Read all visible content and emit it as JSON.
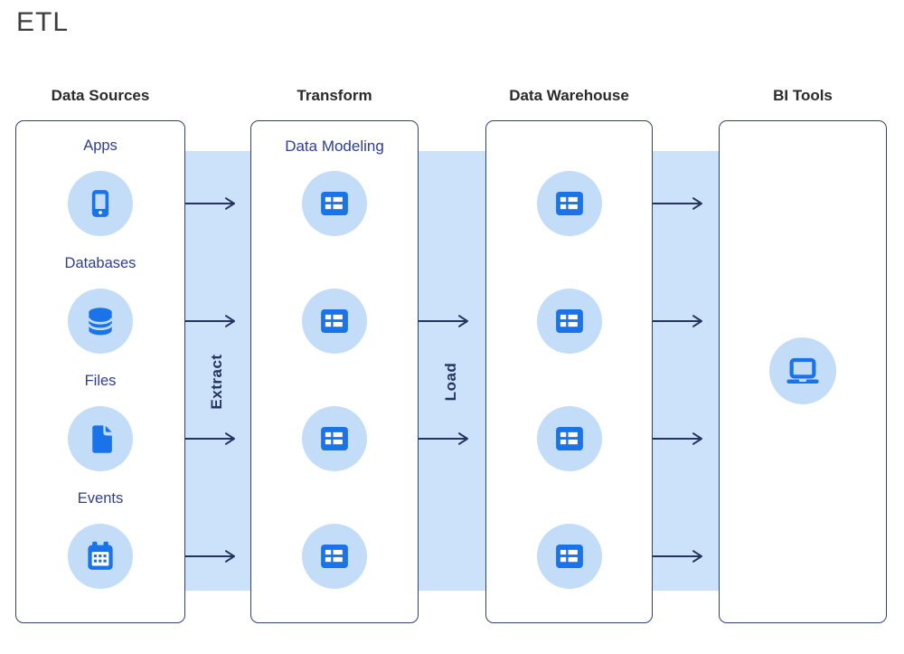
{
  "title": "ETL",
  "colors": {
    "band": "#cce1fa",
    "circle_bg": "#c3dcf8",
    "icon_blue": "#1a73e8",
    "line_navy": "#24335f",
    "border_navy": "#33406e",
    "label_indigo": "#303e8c",
    "header_dark": "#2b2b2b"
  },
  "columns": [
    {
      "id": "data-sources",
      "header": "Data Sources",
      "items": [
        {
          "label": "Apps",
          "icon": "smartphone-icon"
        },
        {
          "label": "Databases",
          "icon": "database-icon"
        },
        {
          "label": "Files",
          "icon": "file-icon"
        },
        {
          "label": "Events",
          "icon": "calendar-icon"
        }
      ]
    },
    {
      "id": "transform",
      "header": "Transform",
      "subtitle": "Data Modeling",
      "items": [
        {
          "icon": "table-icon"
        },
        {
          "icon": "table-icon"
        },
        {
          "icon": "table-icon"
        },
        {
          "icon": "table-icon"
        }
      ]
    },
    {
      "id": "data-warehouse",
      "header": "Data Warehouse",
      "items": [
        {
          "icon": "table-icon"
        },
        {
          "icon": "table-icon"
        },
        {
          "icon": "table-icon"
        },
        {
          "icon": "table-icon"
        }
      ]
    },
    {
      "id": "bi-tools",
      "header": "BI Tools",
      "items": [
        {
          "icon": "laptop-icon"
        }
      ]
    }
  ],
  "flows": [
    {
      "id": "extract",
      "label": "Extract",
      "arrow_rows": [
        0,
        1,
        2,
        3
      ]
    },
    {
      "id": "load",
      "label": "Load",
      "arrow_rows": [
        1,
        2
      ]
    },
    {
      "id": "warehouse-to-bi",
      "label": "",
      "arrow_rows": [
        0,
        1,
        2,
        3
      ]
    }
  ]
}
